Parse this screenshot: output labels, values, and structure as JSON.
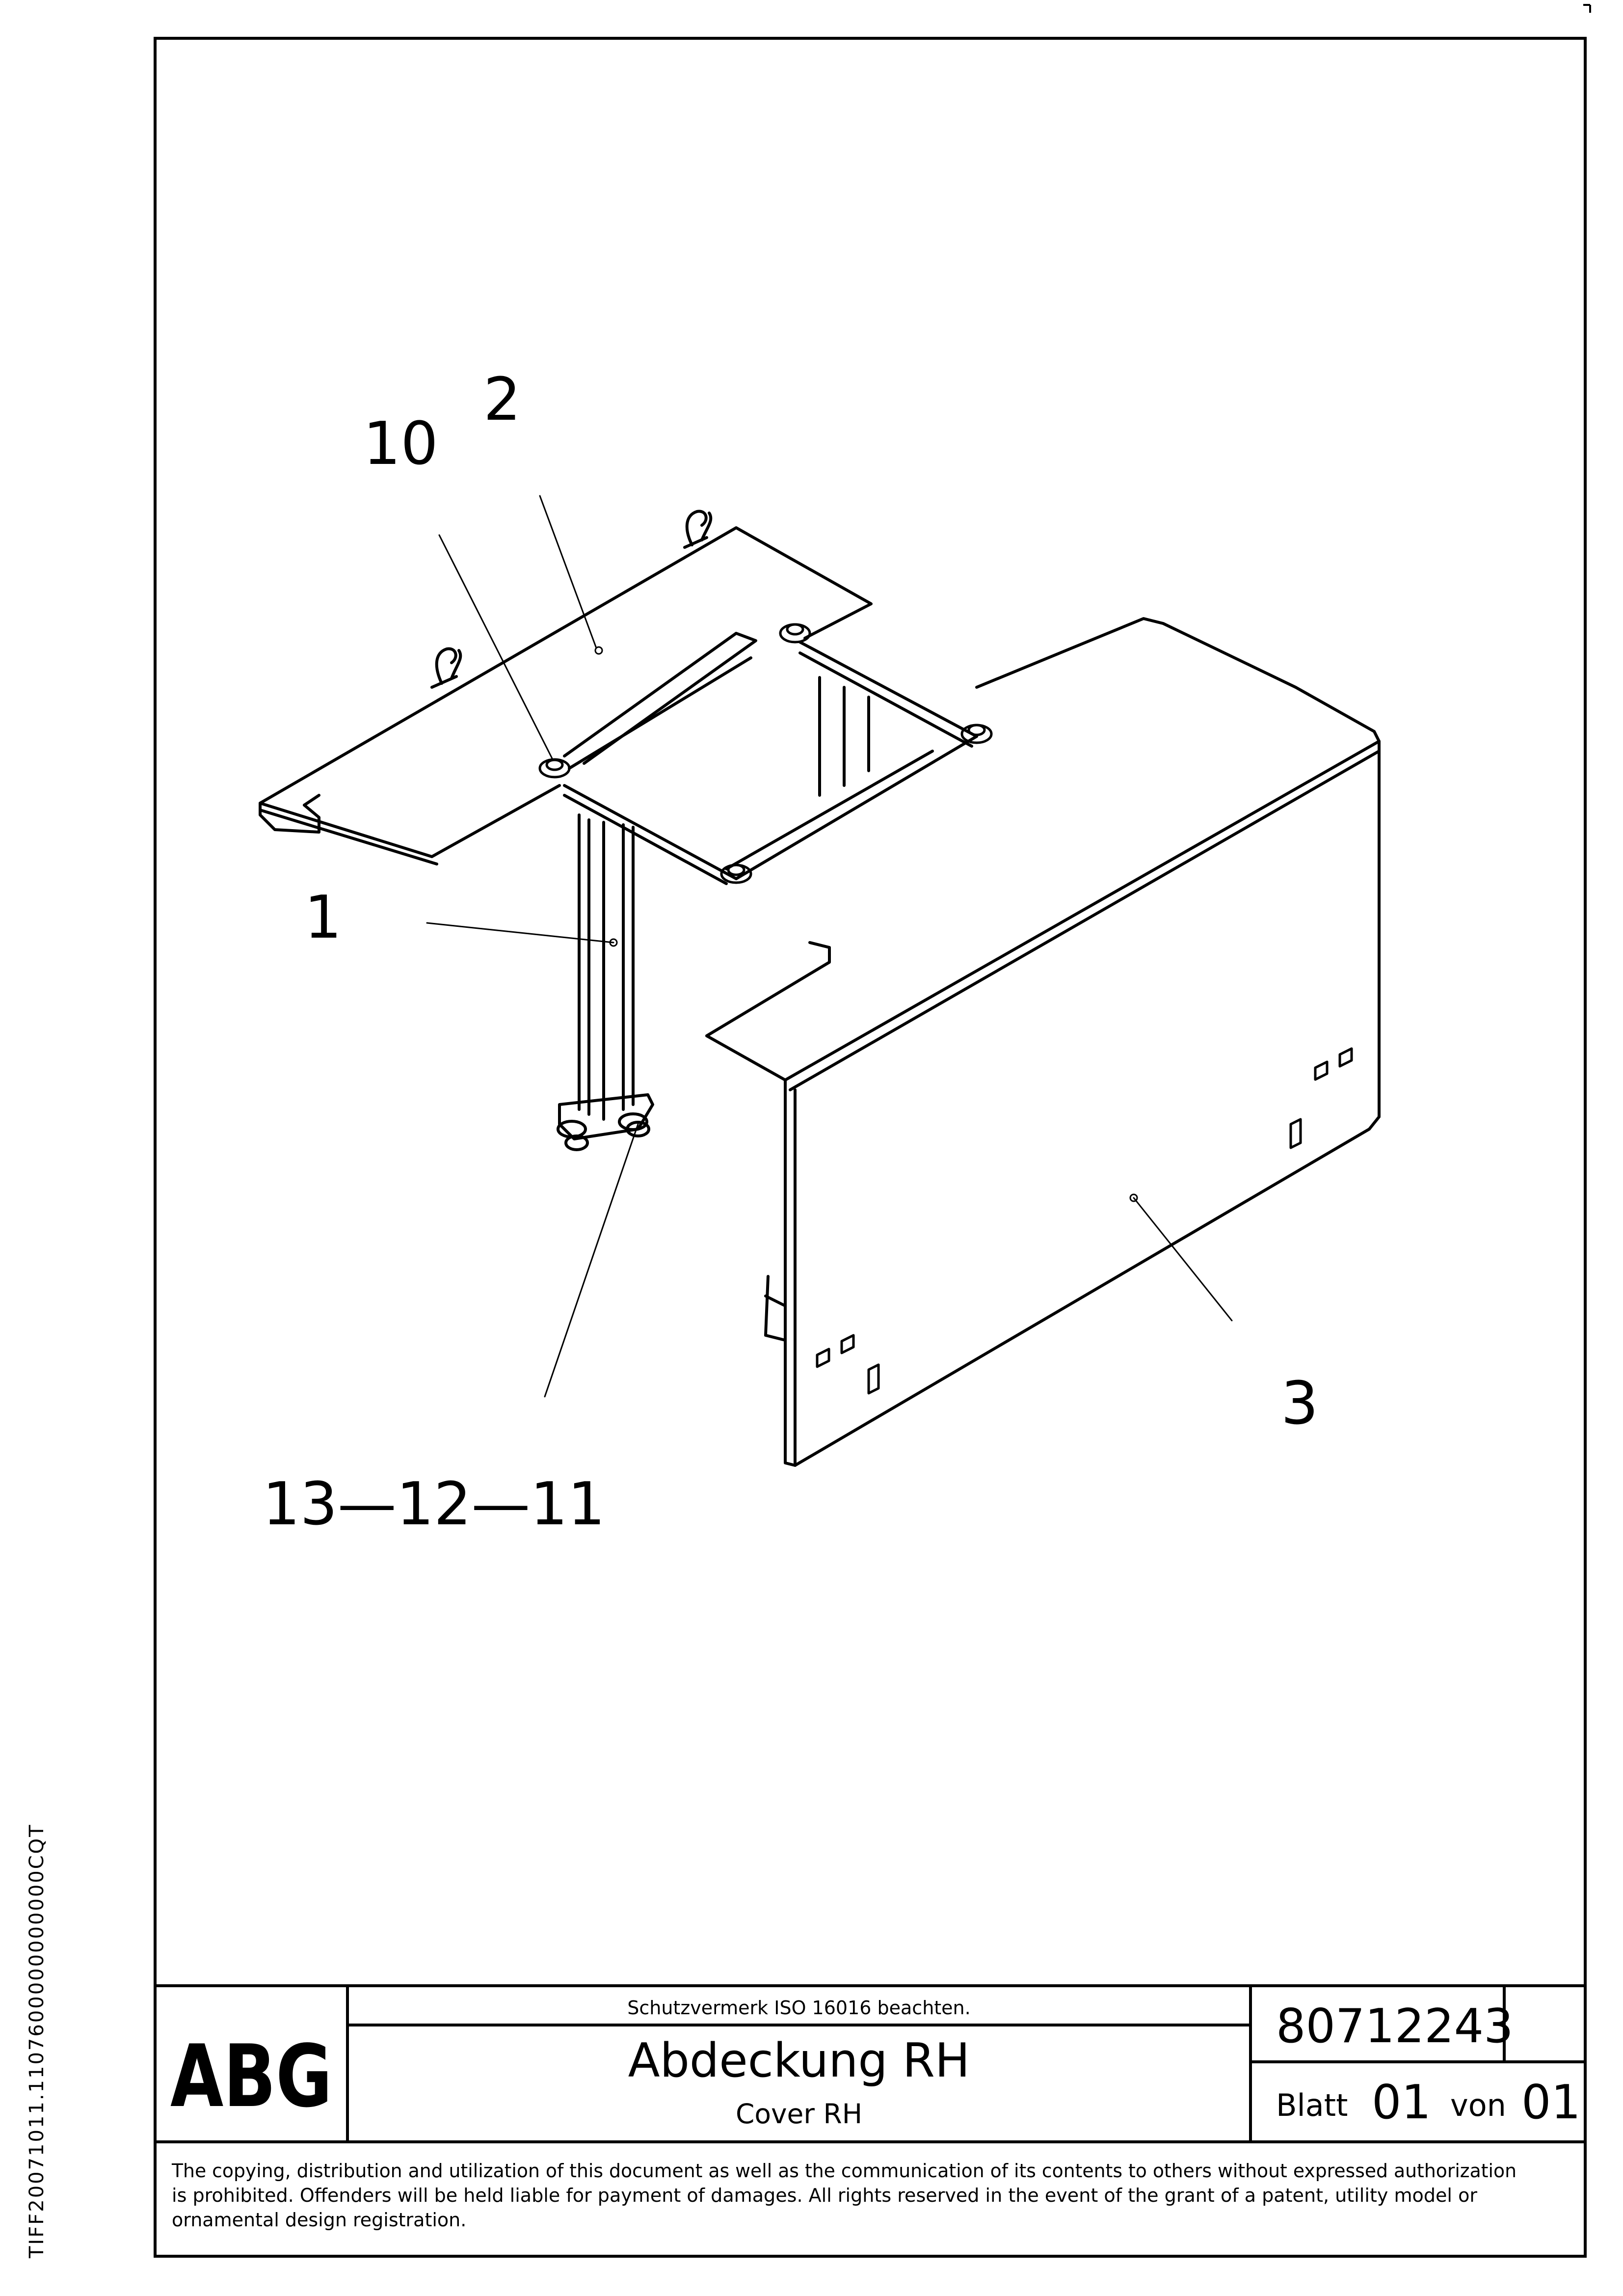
{
  "drawing": {
    "callouts": {
      "item_1": "1",
      "item_2": "2",
      "item_3": "3",
      "item_10": "10",
      "item_13_12_11": "13—12—11"
    }
  },
  "title_block": {
    "logo_text": "ABG",
    "protection_note": "Schutzvermerk ISO 16016 beachten.",
    "title_de": "Abdeckung RH",
    "title_en": "Cover RH",
    "drawing_number": "80712243",
    "sheet_label": "Blatt",
    "sheet_number": "01",
    "of_label": "von",
    "sheet_total": "01",
    "copyright_line_1": "The copying, distribution and utilization of this document as well as the communication of its contents to others without expressed authorization",
    "copyright_line_2": "is prohibited. Offenders will be held liable for payment of damages. All rights reserved in the event of the grant of a patent, utility model or",
    "copyright_line_3": "ornamental design registration."
  },
  "side_code": "TIFF20071011.1107600000000000CQT"
}
